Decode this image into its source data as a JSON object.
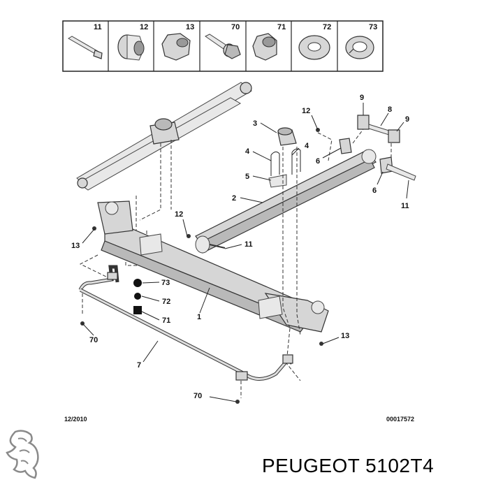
{
  "header_parts": [
    {
      "num": "11",
      "icon": "bolt-icon"
    },
    {
      "num": "12",
      "icon": "nut-icon"
    },
    {
      "num": "13",
      "icon": "hex-nut-icon"
    },
    {
      "num": "70",
      "icon": "flange-bolt-icon"
    },
    {
      "num": "71",
      "icon": "lock-nut-icon"
    },
    {
      "num": "72",
      "icon": "washer-icon"
    },
    {
      "num": "73",
      "icon": "spring-washer-icon"
    }
  ],
  "callouts": {
    "c3": "3",
    "c4a": "4",
    "c4b": "4",
    "c5": "5",
    "c2": "2",
    "c12a": "12",
    "c9a": "9",
    "c8": "8",
    "c9b": "9",
    "c6a": "6",
    "c6b": "6",
    "c11a": "11",
    "c12b": "12",
    "c13a": "13",
    "c11b": "11",
    "c73": "73",
    "c72": "72",
    "c71": "71",
    "c1": "1",
    "c70a": "70",
    "c13b": "13",
    "c7": "7",
    "c70b": "70"
  },
  "footer": {
    "date": "12/2010",
    "ref": "00017572"
  },
  "brand": {
    "text": "PEUGEOT 5102T4",
    "logo": "peugeot-lion-logo"
  }
}
